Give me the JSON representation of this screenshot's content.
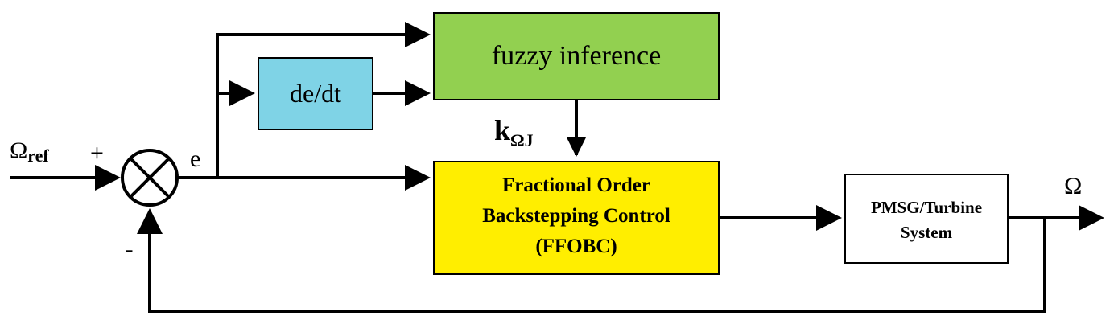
{
  "blocks": {
    "fuzzy": {
      "label": "fuzzy inference",
      "fill": "#92d050"
    },
    "derivative": {
      "label": "de/dt",
      "fill": "#7fd3e6"
    },
    "controller": {
      "lines": [
        "Fractional Order",
        "Backstepping Control",
        "(FFOBC)"
      ],
      "fill": "#ffee00"
    },
    "plant": {
      "lines": [
        "PMSG/Turbine",
        "System"
      ],
      "fill": "#ffffff"
    }
  },
  "signals": {
    "reference": {
      "symbol": "Ω",
      "subscript": "ref"
    },
    "output": {
      "symbol": "Ω"
    },
    "error": "e",
    "gain": {
      "symbol": "k",
      "subscript": "ΩJ"
    },
    "plus_sign": "+",
    "minus_sign": "-"
  }
}
